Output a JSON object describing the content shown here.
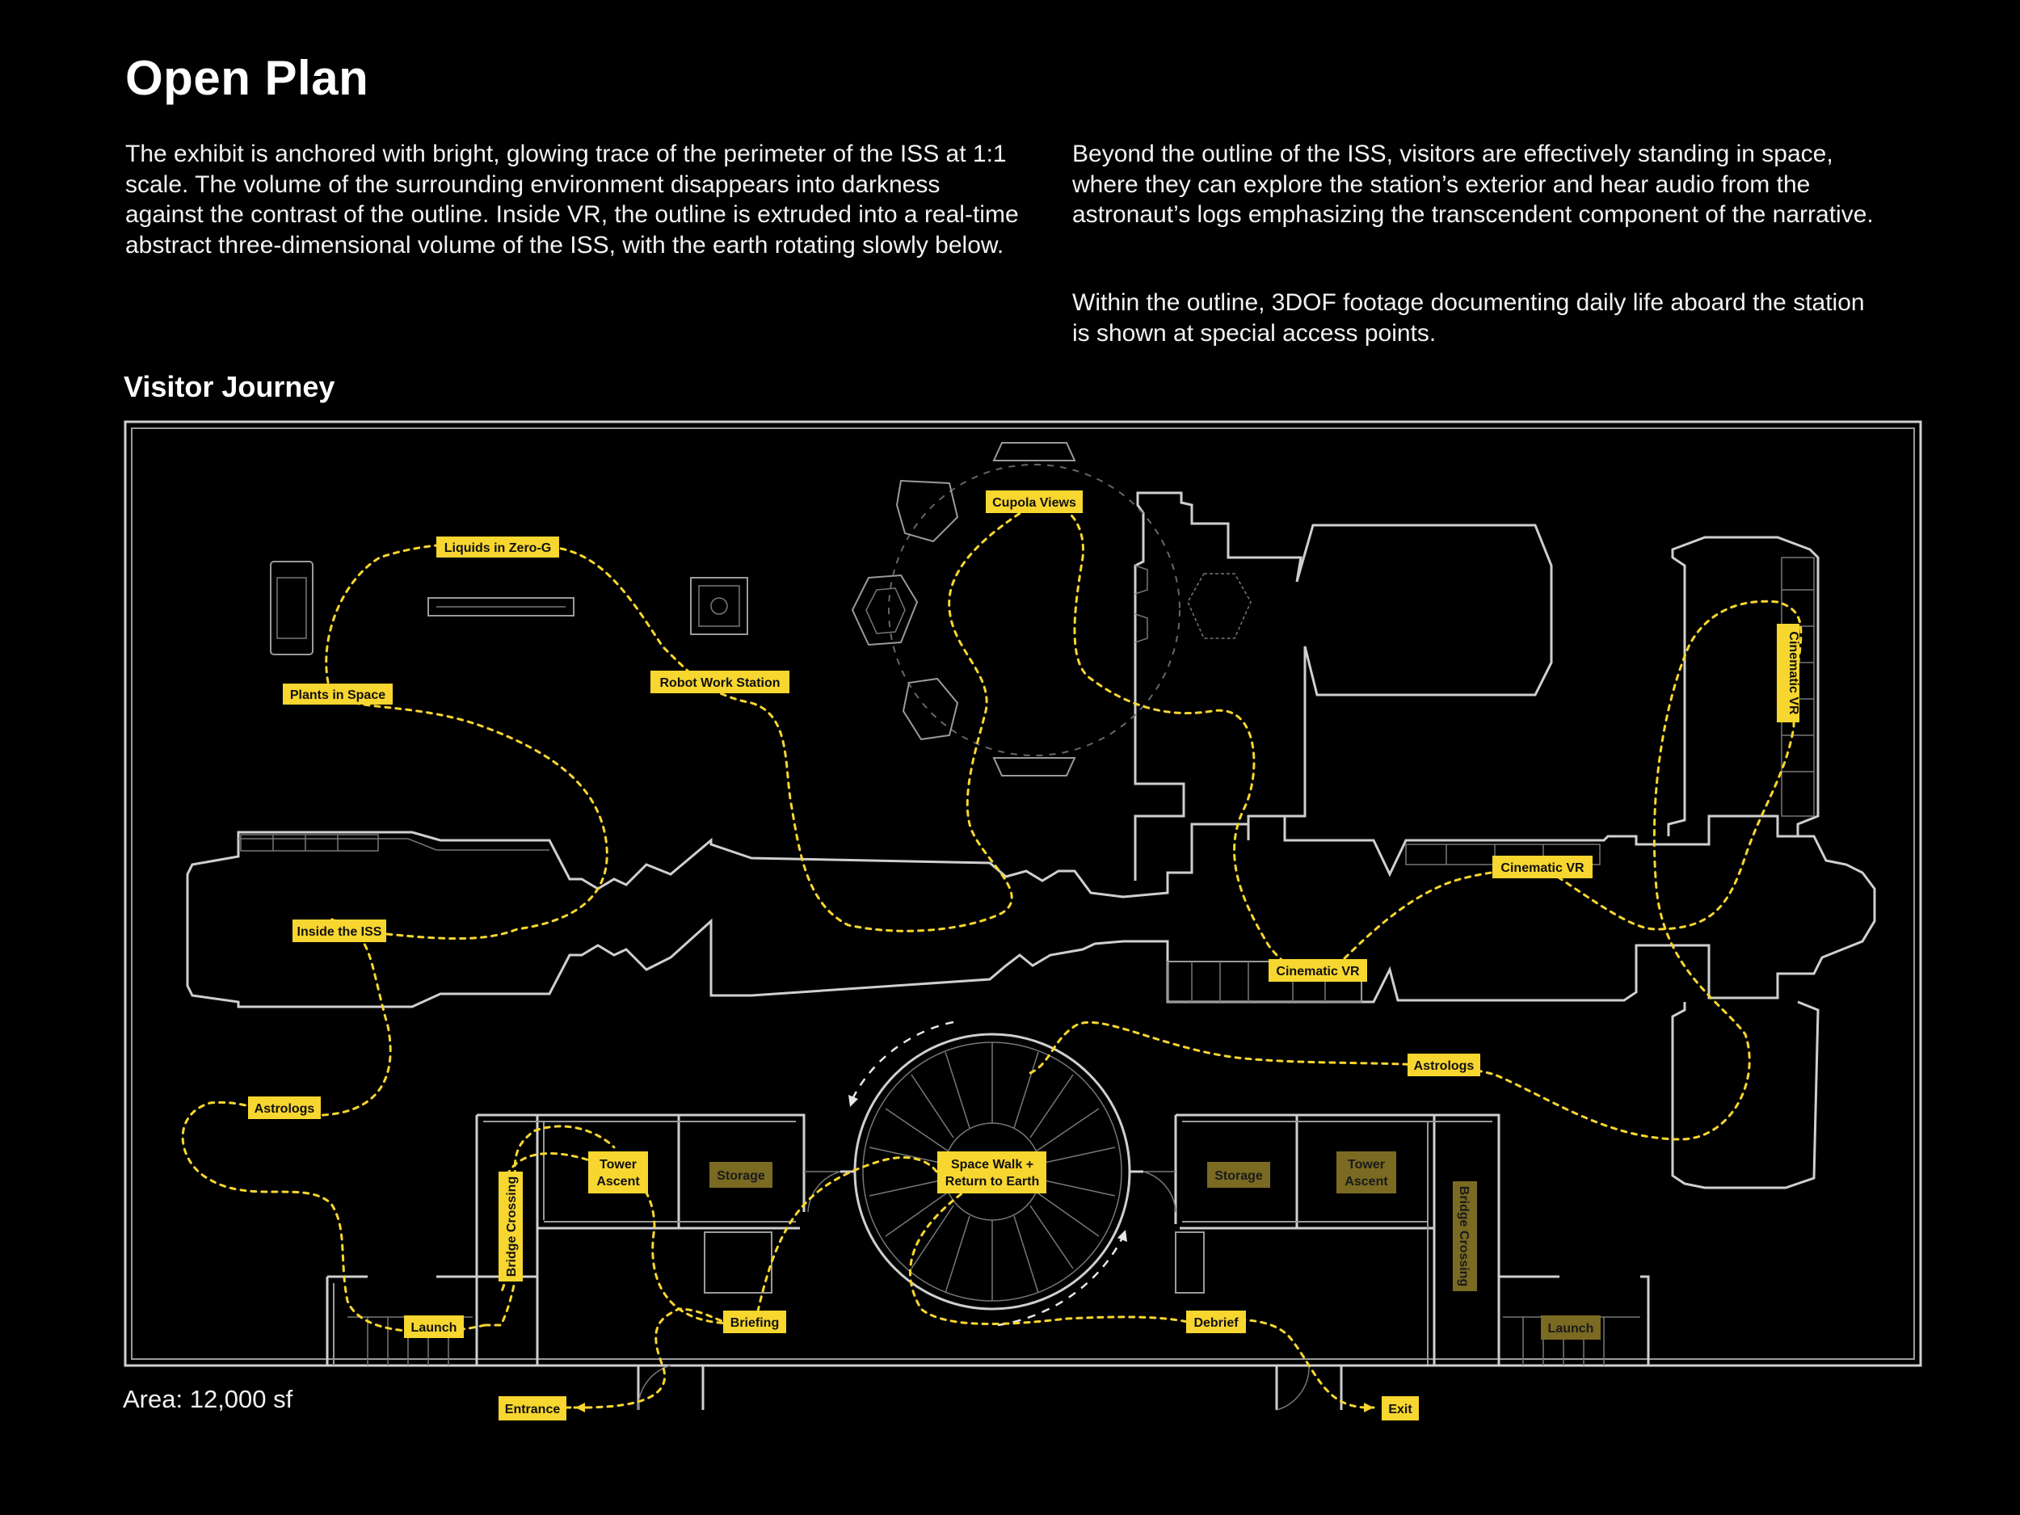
{
  "title": "Open Plan",
  "intro": {
    "left": "The exhibit is anchored with bright, glowing trace of the perimeter of the ISS at 1:1 scale. The volume of the surrounding environment disappears into darkness against the contrast of the outline. Inside VR, the outline is extruded into a real-time abstract three-dimensional volume of the ISS, with the earth rotating slowly below.",
    "right_1": "Beyond the outline of the ISS, visitors are effectively standing in space, where they can explore the station’s exterior and hear audio from the astronaut’s logs emphasizing the transcendent component of the narrative.",
    "right_2": "Within the outline, 3DOF footage documenting daily life aboard the station is shown at special access points."
  },
  "section_title": "Visitor Journey",
  "area": "Area: 12,000 sf",
  "stops": {
    "liquids": "Liquids in Zero-G",
    "cupola": "Cupola Views",
    "plants": "Plants in Space",
    "robot": "Robot Work Station",
    "cinematic_vertical": "Cinematic VR",
    "inside_iss": "Inside the ISS",
    "cinematic_right": "Cinematic VR",
    "cinematic_center": "Cinematic VR",
    "astrologs_left": "Astrologs",
    "astrologs_right": "Astrologs",
    "tower_ascent_left_1": "Tower",
    "tower_ascent_left_2": "Ascent",
    "storage_left": "Storage",
    "spacewalk_1": "Space Walk +",
    "spacewalk_2": "Return to Earth",
    "storage_right": "Storage",
    "tower_ascent_right_1": "Tower",
    "tower_ascent_right_2": "Ascent",
    "bridge_left": "Bridge Crossing",
    "bridge_right": "Bridge Crossing",
    "launch_left": "Launch",
    "briefing": "Briefing",
    "debrief": "Debrief",
    "launch_right": "Launch",
    "entrance": "Entrance",
    "exit": "Exit"
  },
  "colors": {
    "accent": "#f7d630",
    "accent_dim": "#7a6a22",
    "outline": "#cfcfcf",
    "background": "#000000"
  }
}
